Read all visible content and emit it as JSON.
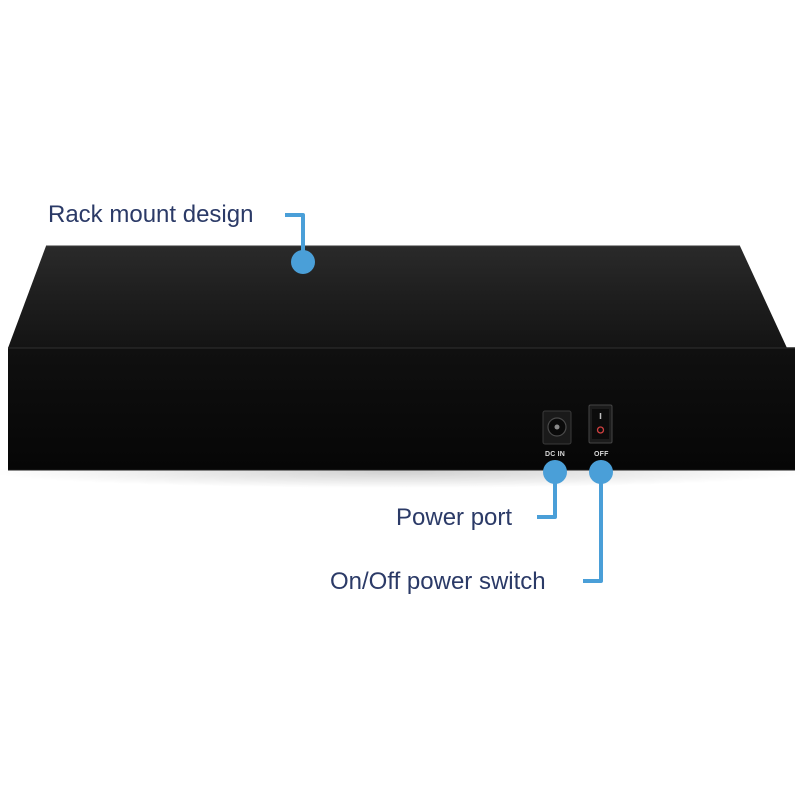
{
  "callouts": {
    "rack_mount": "Rack mount design",
    "power_port": "Power port",
    "power_switch": "On/Off power switch"
  },
  "port_labels": {
    "dc_in": "DC IN",
    "switch": "OFF"
  },
  "colors": {
    "background": "#ffffff",
    "device_body": "#0c0c0c",
    "callout_text": "#2b3a67",
    "callout_line": "#4a9fd8"
  }
}
